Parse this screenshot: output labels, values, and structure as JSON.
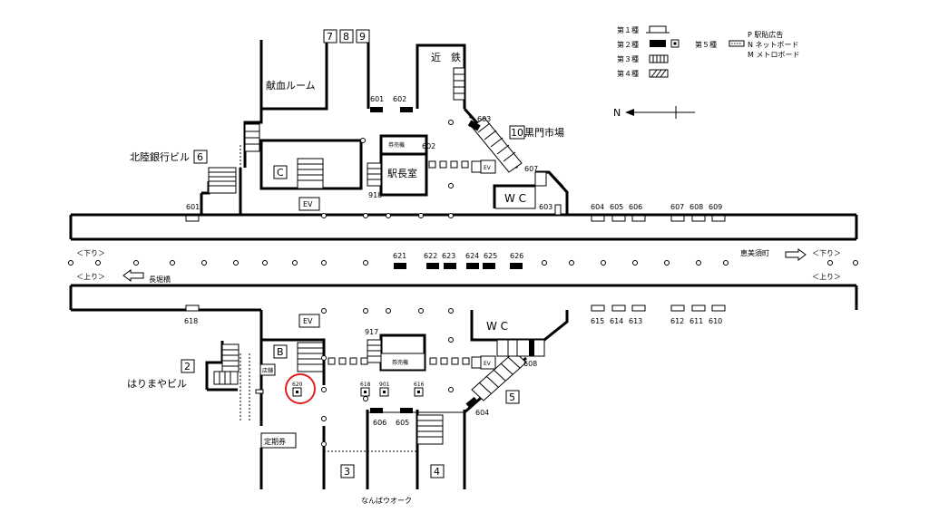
{
  "legend": {
    "type1": "第１種",
    "type2": "第２種",
    "type3": "第３種",
    "type4": "第４種",
    "type5": "第５種",
    "p_label": "P 駅貼広告",
    "n_label": "N ネットボード",
    "m_label": "M メトロボード",
    "north": "N"
  },
  "places": {
    "kintetsu": "近　鉄",
    "blood_room": "献血ルーム",
    "hokuriku": "北陸銀行ビル",
    "kuromon": "黒門市場",
    "station_master": "駅長室",
    "ticket_north": "券売機",
    "ticket_south": "券売機",
    "wc_north": "W C",
    "wc_south": "W C",
    "harimaya": "はりまやビル",
    "teikiken": "定期券",
    "shop": "店舗",
    "namba_walk": "なんばウオーク",
    "ebisucho": "恵美須町",
    "nagahoribashi": "長堀橋",
    "down_left": "＜下り＞",
    "up_left": "＜上り＞",
    "down_right": "＜下り＞",
    "up_right": "＜上り＞"
  },
  "exits": {
    "e2": "2",
    "e3": "3",
    "e4": "4",
    "e5": "5",
    "e6": "6",
    "e7": "7",
    "e8": "8",
    "e9": "9",
    "e10": "10",
    "zone_b": "B",
    "zone_c": "C"
  },
  "elevators": {
    "ev": "EV"
  },
  "ads": {
    "n601": "601",
    "n602": "602",
    "n603a": "603",
    "n603b": "603",
    "n602b": "602",
    "n918": "918",
    "n601b": "601",
    "n607": "607",
    "n604": "604",
    "n605": "605",
    "n606": "606",
    "n607b": "607",
    "n608": "608",
    "n609": "609",
    "n621": "621",
    "n622": "622",
    "n623": "623",
    "n624": "624",
    "n625": "625",
    "n626": "626",
    "n618": "618",
    "n917": "917",
    "n608b": "608",
    "n615": "615",
    "n614": "614",
    "n613": "613",
    "n612": "612",
    "n611": "611",
    "n610": "610",
    "n620": "620",
    "n618b": "618",
    "n901": "901",
    "n616": "616",
    "n606b": "606",
    "n605b": "605",
    "n604b": "604"
  },
  "colors": {
    "line": "#000000",
    "highlight": "#e02020",
    "background": "#ffffff"
  }
}
